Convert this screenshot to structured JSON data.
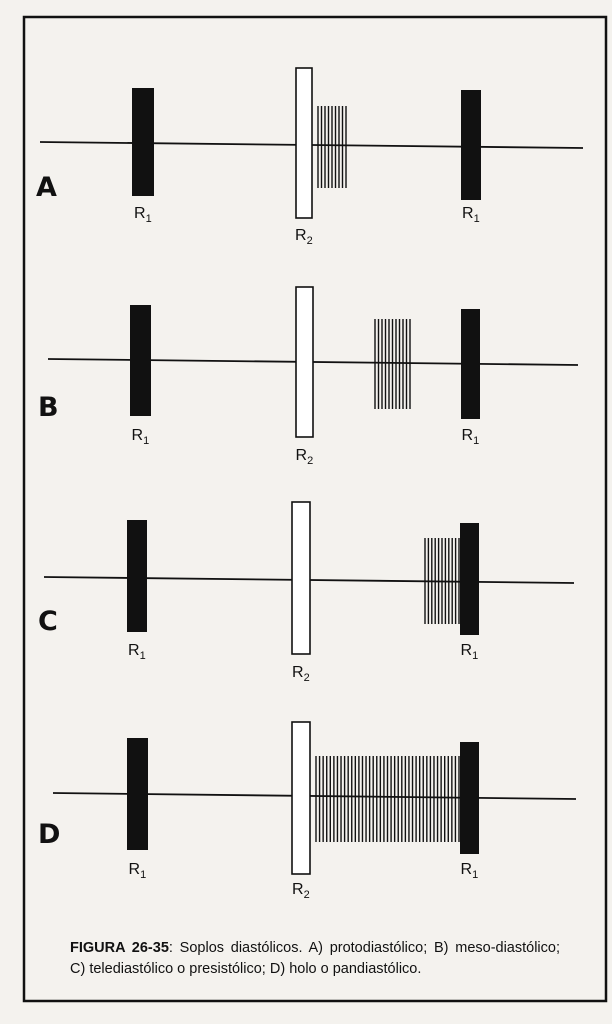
{
  "figure": {
    "panels": [
      {
        "letter": "A",
        "murmur_type": "protodiastolic",
        "labels": {
          "s1_left": "R",
          "s2": "R",
          "s1_right": "R"
        }
      },
      {
        "letter": "B",
        "murmur_type": "mesodiastolic",
        "labels": {
          "s1_left": "R",
          "s2": "R",
          "s1_right": "R"
        }
      },
      {
        "letter": "C",
        "murmur_type": "telediastolic",
        "labels": {
          "s1_left": "R",
          "s2": "R",
          "s1_right": "R"
        }
      },
      {
        "letter": "D",
        "murmur_type": "holodiastolic",
        "labels": {
          "s1_left": "R",
          "s2": "R",
          "s1_right": "R"
        }
      }
    ],
    "subscripts": {
      "first_sound": "1",
      "second_sound": "2"
    },
    "caption": {
      "label": "FIGURA 26-35",
      "text": ": Soplos diastólicos. A) protodiastólico; B) meso-diastólico; C) telediastólico o presistólico; D) holo o pandiastólico."
    }
  },
  "colors": {
    "ink": "#111111",
    "paper": "#f4f2ee",
    "s2_fill": "#ffffff"
  }
}
